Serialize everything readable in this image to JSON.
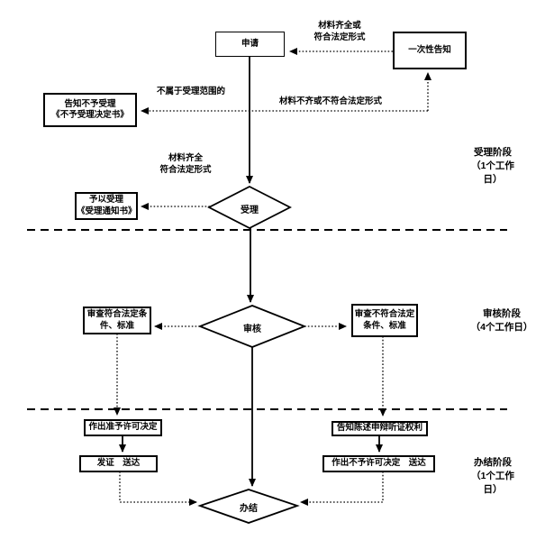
{
  "nodes": {
    "apply": {
      "label": "申请"
    },
    "one_time_notice": {
      "label": "一次性告知"
    },
    "reject_notice": {
      "line1": "告知不予受理",
      "line2": "《不予受理决定书》"
    },
    "accept_notice": {
      "line1": "予以受理",
      "line2": "《受理通知书》"
    },
    "review_pass": {
      "line1": "审查符合法定条",
      "line2": "件、标准"
    },
    "review_fail": {
      "line1": "审查不符合法定",
      "line2": "条件、标准"
    },
    "grant_decision": {
      "label": "作出准予许可决定"
    },
    "issue_deliver": {
      "label": "发证　送达"
    },
    "hearing_rights": {
      "label": "告知陈述申辩听证权利"
    },
    "deny_deliver": {
      "label": "作出不予许可决定　送达"
    }
  },
  "decisions": {
    "accept": {
      "label": "受理"
    },
    "review": {
      "label": "审核"
    },
    "complete": {
      "label": "办结"
    }
  },
  "edge_labels": {
    "materials_complete_or": {
      "line1": "材料齐全或",
      "line2": "符合法定形式"
    },
    "not_in_scope": {
      "label": "不属于受理范围的"
    },
    "materials_incomplete": {
      "label": "材料不齐或不符合法定形式"
    },
    "materials_complete": {
      "line1": "材料齐全",
      "line2": "符合法定形式"
    }
  },
  "stages": {
    "accept_stage": {
      "line1": "受理阶段",
      "line2": "（1个工作",
      "line3": "日）"
    },
    "review_stage": {
      "line1": "审核阶段",
      "line2": "（4个工作日）",
      "line3": ""
    },
    "complete_stage": {
      "line1": "办结阶段",
      "line2": "（1个工作",
      "line3": "日）"
    }
  },
  "colors": {
    "stroke": "#000000",
    "background": "#ffffff"
  }
}
